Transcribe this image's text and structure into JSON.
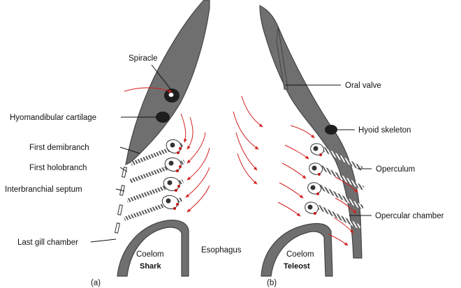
{
  "panel_a": {
    "labels": {
      "spiracle": "Spiracle",
      "hyomandibular": "Hyomandibular cartilage",
      "first_demibranch": "First demibranch",
      "first_holobranch": "First holobranch",
      "interbranchial_septum": "Interbranchial septum",
      "last_gill_chamber": "Last gill chamber",
      "coelom": "Coelom"
    },
    "title": "Shark",
    "letter": "(a)"
  },
  "center": {
    "esophagus": "Esophagus"
  },
  "panel_b": {
    "labels": {
      "oral_valve": "Oral valve",
      "hyoid_skeleton": "Hyoid skeleton",
      "operculum": "Operculum",
      "opercular_chamber": "Opercular chamber",
      "coelom": "Coelom"
    },
    "title": "Teleost",
    "letter": "(b)"
  },
  "colors": {
    "tissue": "#6f6f6f",
    "water_flow": "#d42020",
    "gill_filament": "#5a5a5a"
  }
}
